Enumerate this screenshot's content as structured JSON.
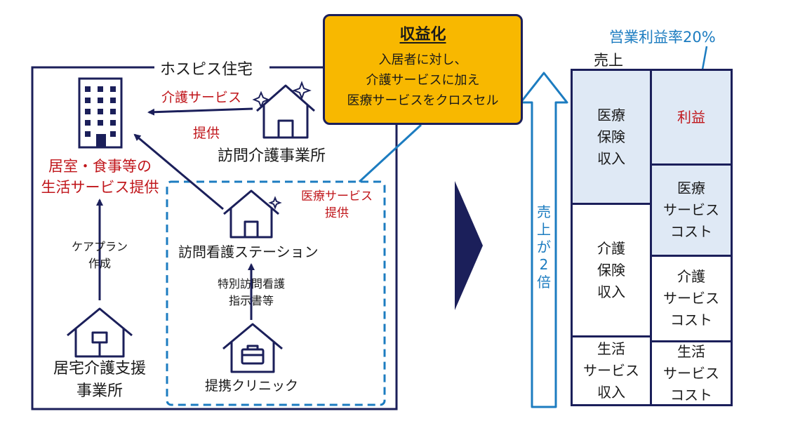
{
  "hospice": {
    "title": "ホスピス住宅",
    "housing_label_line1": "居室・食事等の",
    "housing_label_line2": "生活サービス提供",
    "visit_care_office": "訪問介護事業所",
    "care_service_label": "介護サービス",
    "provide_label": "提供",
    "visit_nursing_station": "訪問看護ステーション",
    "medical_service_line1": "医療サービス",
    "medical_service_line2": "提供",
    "care_plan_line1": "ケアプラン",
    "care_plan_line2": "作成",
    "special_instruction_line1": "特別訪問看護",
    "special_instruction_line2": "指示書等",
    "care_support_office_line1": "居宅介護支援",
    "care_support_office_line2": "事業所",
    "partner_clinic": "提携クリニック"
  },
  "callout": {
    "title": "収益化",
    "line1": "入居者に対し、",
    "line2": "介護サービスに加え",
    "line3": "医療サービスをクロスセル"
  },
  "revenue": {
    "sales_label": "売上",
    "profit_rate_label": "営業利益率20%",
    "growth_label": [
      "売",
      "上",
      "が",
      "2",
      "倍"
    ],
    "left_column": [
      {
        "lines": [
          "医療",
          "保険",
          "収入"
        ],
        "tone": "blue"
      },
      {
        "lines": [
          "介護",
          "保険",
          "収入"
        ],
        "tone": "white"
      },
      {
        "lines": [
          "生活",
          "サービス",
          "収入"
        ],
        "tone": "white"
      }
    ],
    "right_column": [
      {
        "lines": [
          "利益"
        ],
        "tone": "blue",
        "accent": "red"
      },
      {
        "lines": [
          "医療",
          "サービス",
          "コスト"
        ],
        "tone": "blue"
      },
      {
        "lines": [
          "介護",
          "サービス",
          "コスト"
        ],
        "tone": "white"
      },
      {
        "lines": [
          "生活",
          "サービス",
          "コスト"
        ],
        "tone": "white"
      }
    ]
  },
  "colors": {
    "navy": "#1b1f5a",
    "red": "#c0161b",
    "blue_accent": "#1c7cc0",
    "gold": "#f8b800",
    "light_blue": "#dfe9f5"
  }
}
